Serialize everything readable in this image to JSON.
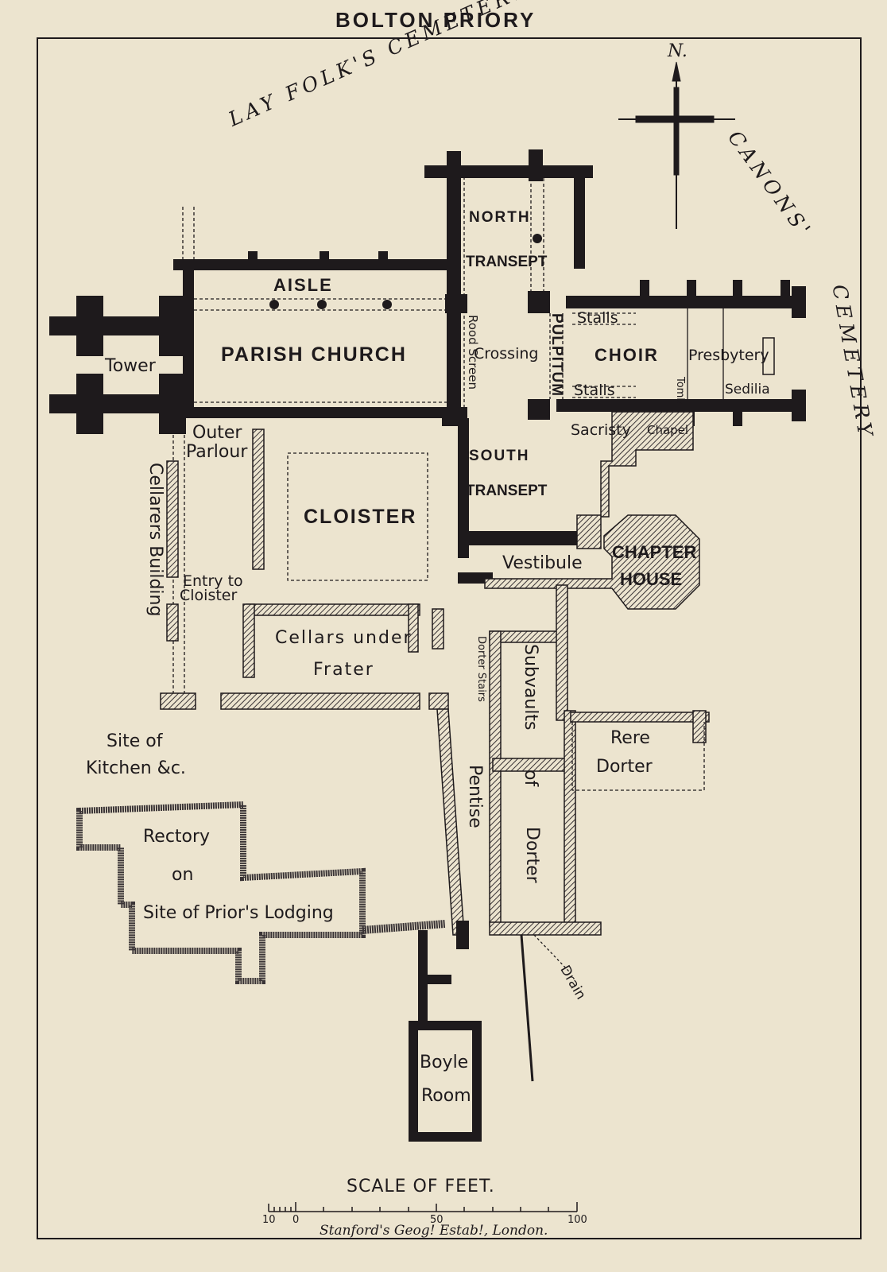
{
  "title": "BOLTON PRIORY",
  "north": "N.",
  "areas": {
    "lay_folks_cemetery": "LAY FOLK'S CEMETERY",
    "canons": "CANONS'",
    "cemetery": "CEMETERY"
  },
  "rooms": {
    "north_transept_1": "NORTH",
    "north_transept_2": "TRANSEPT",
    "aisle": "AISLE",
    "tower": "Tower",
    "parish_church": "PARISH CHURCH",
    "rood_screen": "Rood Screen",
    "crossing": "Crossing",
    "pulpitum": "PULPITUM",
    "stalls_n": "Stalls",
    "choir": "CHOIR",
    "presbytery": "Presbytery",
    "stalls_s": "Stalls",
    "tomb": "Tomb",
    "sedilia": "Sedilia",
    "outer_parlour_1": "Outer",
    "outer_parlour_2": "Parlour",
    "sacristy": "Sacristy",
    "chapel": "Chapel",
    "cellarers_building": "Cellarers Building",
    "cloister": "CLOISTER",
    "south_transept_1": "SOUTH",
    "south_transept_2": "TRANSEPT",
    "vestibule": "Vestibule",
    "chapter_house_1": "CHAPTER",
    "chapter_house_2": "HOUSE",
    "entry_1": "Entry to",
    "entry_2": "Cloister",
    "cellars_1": "Cellars under",
    "cellars_2": "Frater",
    "dorter_stairs": "Dorter Stairs",
    "subvaults": "Subvaults",
    "of": "of",
    "dorter": "Dorter",
    "rere_dorter_1": "Rere",
    "rere_dorter_2": "Dorter",
    "kitchen_1": "Site of",
    "kitchen_2": "Kitchen &c.",
    "pentise": "Pentise",
    "rectory_1": "Rectory",
    "rectory_2": "on",
    "rectory_3": "Site of Prior's Lodging",
    "drain": "Drain",
    "boyle_1": "Boyle",
    "boyle_2": "Room"
  },
  "scale": {
    "title": "SCALE OF FEET.",
    "ticks": [
      "10",
      "0",
      "50",
      "100"
    ]
  },
  "credit": "Stanford's Geog! Estab!, London.",
  "colors": {
    "paper": "#ece4cf",
    "ink": "#1e1a1c",
    "hatch": "#3a3436"
  }
}
